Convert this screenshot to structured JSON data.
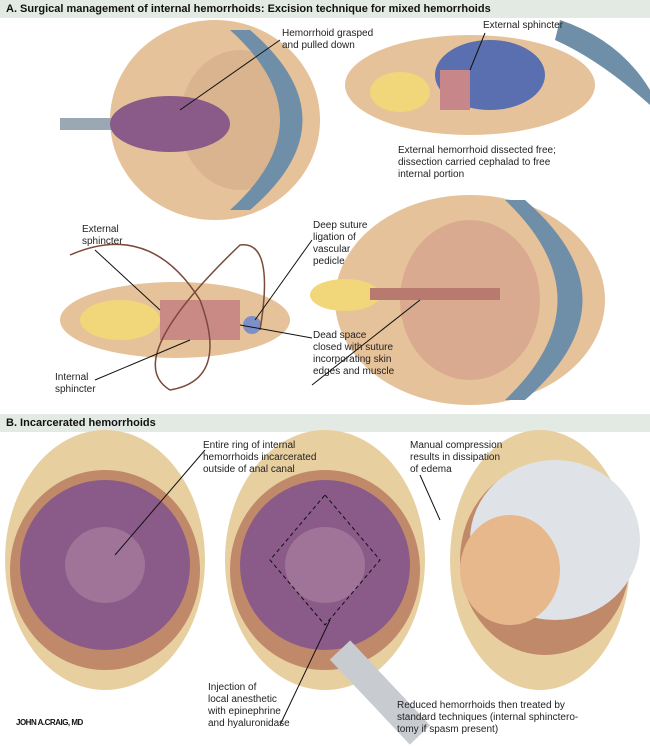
{
  "section_a": {
    "title": "A. Surgical management of internal hemorrhoids: Excision technique for mixed hemorrhoids",
    "labels": {
      "hemorrhoid_grasped": [
        "Hemorrhoid grasped",
        "and pulled down"
      ],
      "external_sphincter_top": "External sphincter",
      "external_dissected": [
        "External hemorrhoid dissected free;",
        "dissection carried cephalad to free",
        "internal portion"
      ],
      "external_sphincter_left": [
        "External",
        "sphincter"
      ],
      "deep_suture": [
        "Deep suture",
        "ligation of",
        "vascular",
        "pedicle"
      ],
      "dead_space": [
        "Dead space",
        "closed with suture",
        "incorporating skin",
        "edges and muscle"
      ],
      "internal_sphincter": [
        "Internal",
        "sphincter"
      ]
    }
  },
  "section_b": {
    "title": "B. Incarcerated hemorrhoids",
    "labels": {
      "entire_ring": [
        "Entire ring of internal",
        "hemorrhoids incarcerated",
        "outside of anal canal"
      ],
      "manual_compression": [
        "Manual compression",
        "results in dissipation",
        "of edema"
      ],
      "injection": [
        "Injection of",
        "local anesthetic",
        "with epinephrine",
        "and hyaluronidase"
      ],
      "reduced": [
        "Reduced hemorrhoids then treated by",
        "standard techniques (internal sphinctero-",
        "tomy if spasm present)"
      ]
    }
  },
  "signature": "JOHN A.CRAIG, MD",
  "colors": {
    "header_bg": "#e3e9e3",
    "skin": "#e8c9a0",
    "hemorrhoid": "#8a5a88",
    "retractor": "#6f8fa8"
  }
}
